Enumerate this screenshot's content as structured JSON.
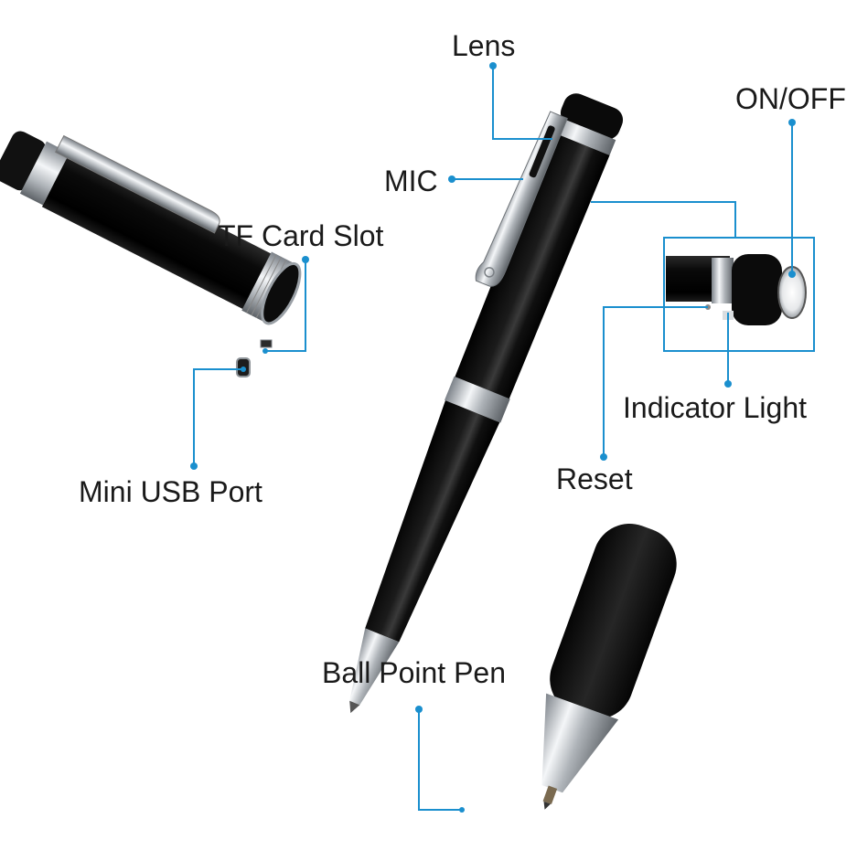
{
  "colors": {
    "callout": "#1a8fce",
    "pen_body": "#0b0b0b",
    "chrome": "#c8ccd0",
    "label_text": "#1a1a1a",
    "background": "#ffffff"
  },
  "labels": {
    "lens": "Lens",
    "on_off": "ON/OFF",
    "mic": "MIC",
    "tf_card_slot": "TF Card Slot",
    "indicator_light": "Indicator Light",
    "reset": "Reset",
    "mini_usb_port": "Mini USB Port",
    "ball_point_pen": "Ball Point Pen"
  }
}
